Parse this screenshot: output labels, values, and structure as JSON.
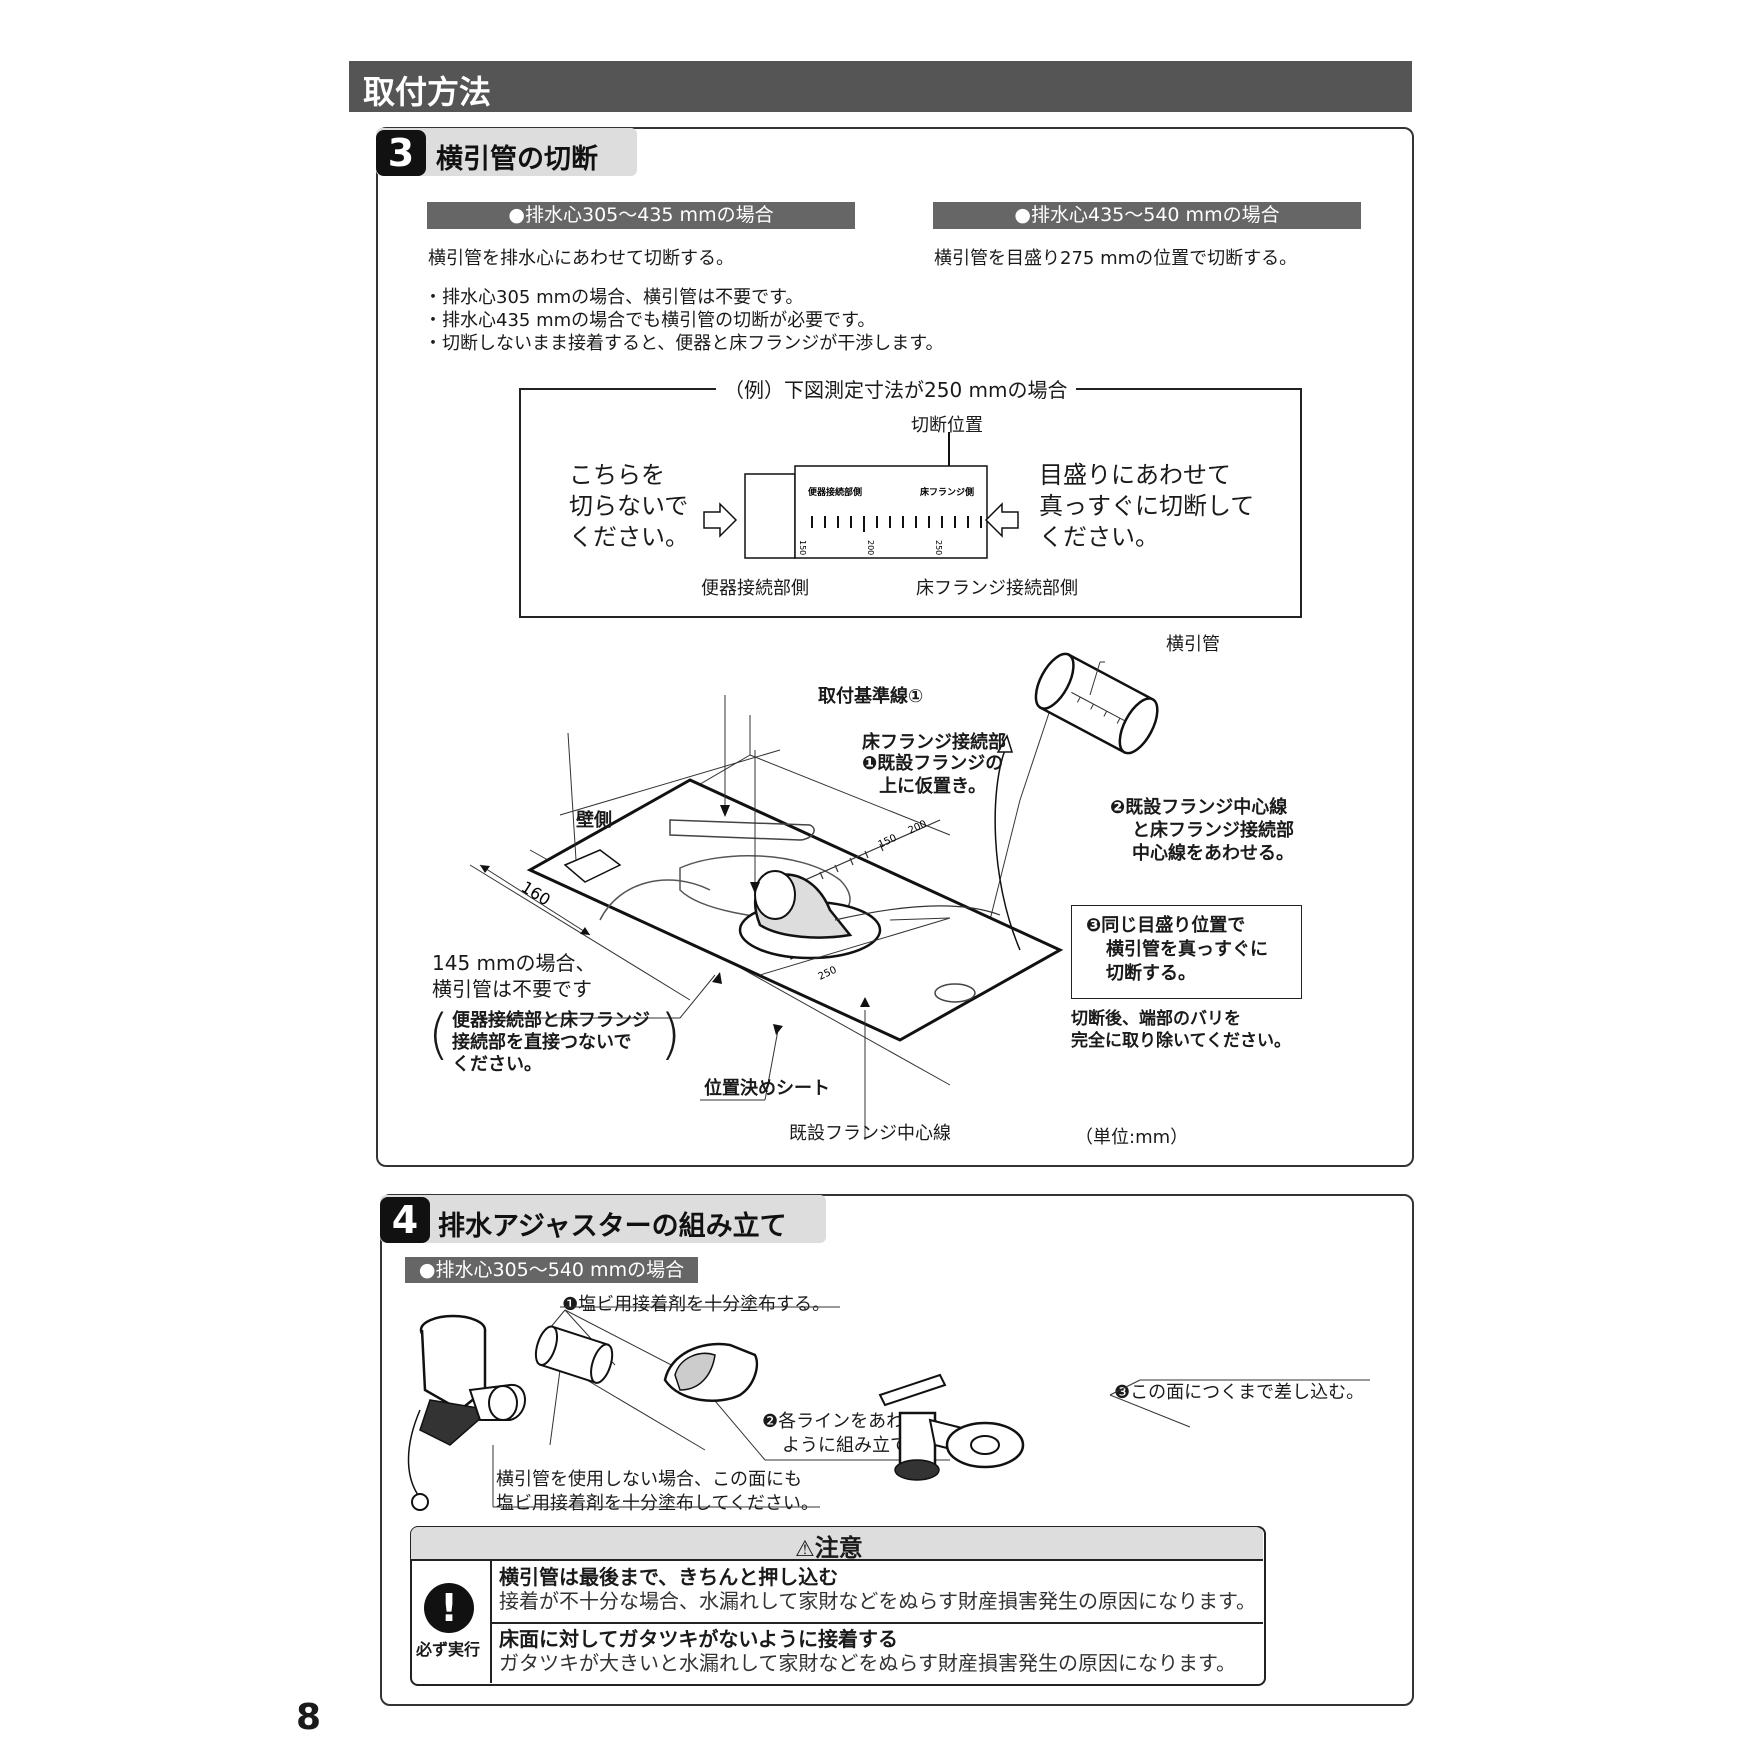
{
  "header": {
    "title": "取付方法"
  },
  "step3": {
    "number": "3",
    "title": "横引管の切断",
    "case_a": {
      "label": "●排水心305～435 mmの場合",
      "desc": "横引管を排水心にあわせて切断する。"
    },
    "case_b": {
      "label": "●排水心435～540 mmの場合",
      "desc": "横引管を目盛り275 mmの位置で切断する。"
    },
    "notes": [
      "・排水心305 mmの場合、横引管は不要です。",
      "・排水心435 mmの場合でも横引管の切断が必要です。",
      "・切断しないまま接着すると、便器と床フランジが干渉します。"
    ],
    "example": {
      "title": "（例）下図測定寸法が250 mmの場合",
      "cut_position": "切断位置",
      "left_note": [
        "こちらを",
        "切らないで",
        "ください。"
      ],
      "right_note": [
        "目盛りにあわせて",
        "真っすぐに切断して",
        "ください。"
      ],
      "pipe_label_left": "便器接続部側",
      "pipe_label_right": "床フランジ側",
      "ticks": [
        "150",
        "200",
        "250"
      ],
      "bottom_left": "便器接続部側",
      "bottom_right": "床フランジ接続部側"
    },
    "diagram": {
      "yokobiki": "横引管",
      "kijunsen": "取付基準線①",
      "flange_part": "床フランジ接続部",
      "step1": [
        "❶既設フランジの",
        "上に仮置き。"
      ],
      "step2": [
        "❷既設フランジ中心線",
        "と床フランジ接続部",
        "中心線をあわせる。"
      ],
      "step3": [
        "❸同じ目盛り位置で",
        "横引管を真っすぐに",
        "切断する。"
      ],
      "after_cut": [
        "切断後、端部のバリを",
        "完全に取り除いてください。"
      ],
      "wall_side": "壁側",
      "dim_160": "160",
      "note_145": [
        "145 mmの場合、",
        "横引管は不要です"
      ],
      "paren_note": [
        "便器接続部と床フランジ",
        "接続部を直接つないで",
        "ください。"
      ],
      "sheet": "位置決めシート",
      "center_line": "既設フランジ中心線",
      "unit": "（単位:mm）",
      "scale_ticks": [
        "150",
        "200",
        "250"
      ]
    }
  },
  "step4": {
    "number": "4",
    "title": "排水アジャスターの組み立て",
    "case": "●排水心305～540 mmの場合",
    "step1": "❶塩ビ用接着剤を十分塗布する。",
    "step2": [
      "❷各ラインをあわせる",
      "ように組み立てる。"
    ],
    "step3": "❸この面につくまで差し込む。",
    "note": [
      "横引管を使用しない場合、この面にも",
      "塩ビ用接着剤を十分塗布してください。"
    ]
  },
  "caution": {
    "title": "注意",
    "icon_label": "必ず実行",
    "items": [
      {
        "head": "横引管は最後まで、きちんと押し込む",
        "body": "接着が不十分な場合、水漏れして家財などをぬらす財産損害発生の原因になります。"
      },
      {
        "head": "床面に対してガタツキがないように接着する",
        "body": "ガタツキが大きいと水漏れして家財などをぬらす財産損害発生の原因になります。"
      }
    ]
  },
  "page_number": "8"
}
